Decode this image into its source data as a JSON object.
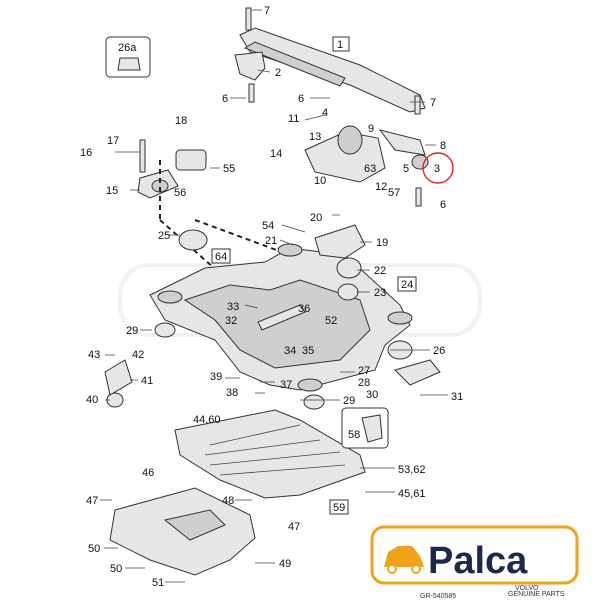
{
  "colors": {
    "brand_accent": "#f0a21b",
    "brand_dark": "#1b2a4a",
    "highlight": "#d9262a"
  },
  "callouts": [
    "7",
    "1",
    "26a",
    "2",
    "6",
    "6",
    "7",
    "4",
    "11",
    "9",
    "13",
    "8",
    "3",
    "5",
    "63",
    "12",
    "57",
    "14",
    "10",
    "6",
    "17",
    "18",
    "16",
    "55",
    "15",
    "56",
    "20",
    "54",
    "19",
    "21",
    "25",
    "64",
    "22",
    "23",
    "24",
    "33",
    "32",
    "36",
    "52",
    "29",
    "34",
    "35",
    "26",
    "43",
    "42",
    "41",
    "39",
    "37",
    "27",
    "28",
    "38",
    "30",
    "31",
    "40",
    "29",
    "44,60",
    "58",
    "46",
    "53,62",
    "47",
    "48",
    "45,61",
    "47",
    "59",
    "50",
    "49",
    "50",
    "51"
  ],
  "boxed_callouts": [
    "1",
    "26a",
    "64",
    "24",
    "58",
    "59"
  ],
  "logo": {
    "text": "Palca",
    "tag": "",
    "icon": "car-icon"
  },
  "footer": {
    "brand": "VOLVO",
    "brand_sub": "GENUINE PARTS",
    "code": "GR-540585"
  }
}
